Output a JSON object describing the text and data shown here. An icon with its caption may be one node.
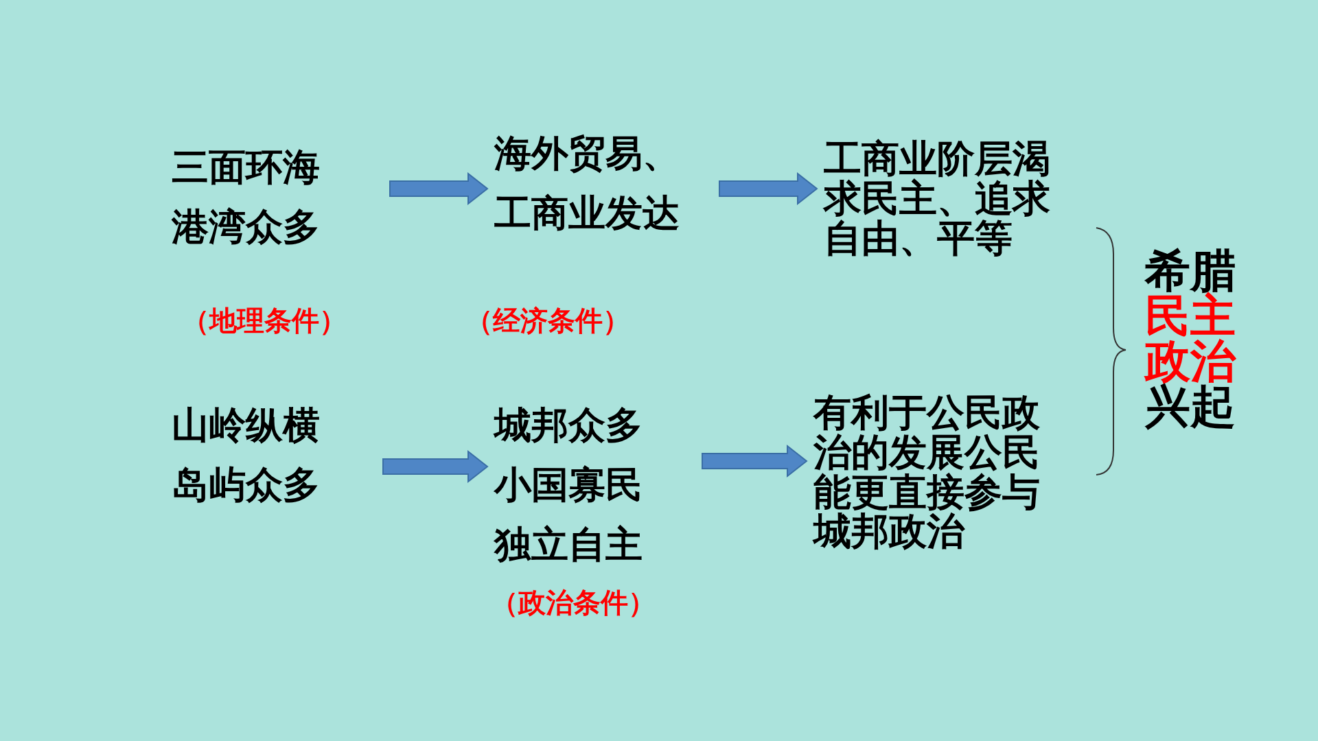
{
  "diagram": {
    "nodes": [
      {
        "text": [
          "三面环海",
          "港湾众多"
        ],
        "beside": [
          "（地理条件）"
        ]
      },
      {
        "text": [
          "海外贸易、",
          "工商业发达"
        ],
        "beside": [
          "（经济条件）"
        ]
      },
      {
        "text": [
          "工商业阶层渴求民主、追求自由、平等"
        ]
      },
      {
        "text": [
          "山岭纵横",
          "岛屿众多"
        ]
      },
      {
        "text": [
          "城邦众多",
          "小国寡民",
          "独立自主"
        ],
        "beside": [
          "（政治条件）"
        ]
      },
      {
        "text": [
          "有利于公民政治的发展公民能更直接参与城邦政治"
        ]
      },
      {
        "text": [
          "希腊",
          "民主政治",
          "兴起"
        ]
      }
    ],
    "edges": [
      {
        "from": 0,
        "to": 1,
        "arrow": "to"
      },
      {
        "from": 1,
        "to": 2,
        "arrow": "to"
      },
      {
        "from": 3,
        "to": 4,
        "arrow": "to"
      },
      {
        "from": 4,
        "to": 5,
        "arrow": "to"
      }
    ]
  }
}
